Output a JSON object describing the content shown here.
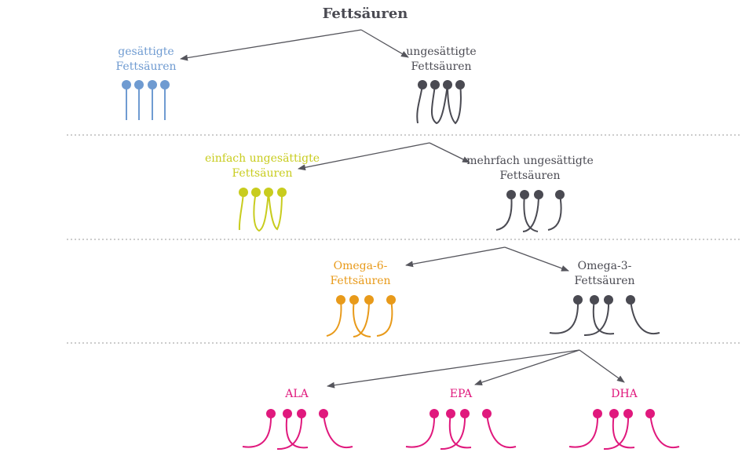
{
  "title": "Fettsäuren",
  "nodes": {
    "saturated": {
      "line1": "gesättigte",
      "line2": "Fettsäuren",
      "color": "#6f9bd1"
    },
    "unsaturated": {
      "line1": "ungesättigte",
      "line2": "Fettsäuren",
      "color": "#4a4a52"
    },
    "monounsaturated": {
      "line1": "einfach ungesättigte",
      "line2": "Fettsäuren",
      "color": "#c8cc1e"
    },
    "polyunsaturated": {
      "line1": "mehrfach ungesättigte",
      "line2": "Fettsäuren",
      "color": "#4a4a52"
    },
    "omega6": {
      "line1": "Omega-6-",
      "line2": "Fettsäuren",
      "color": "#e89a1a"
    },
    "omega3": {
      "line1": "Omega-3-",
      "line2": "Fettsäuren",
      "color": "#4a4a52"
    },
    "ala": {
      "line1": "ALA",
      "color": "#e0197d"
    },
    "epa": {
      "line1": "EPA",
      "color": "#e0197d"
    },
    "dha": {
      "line1": "DHA",
      "color": "#e0197d"
    }
  },
  "colors": {
    "arrow": "#55555c",
    "divider": "#9a9a9a"
  }
}
